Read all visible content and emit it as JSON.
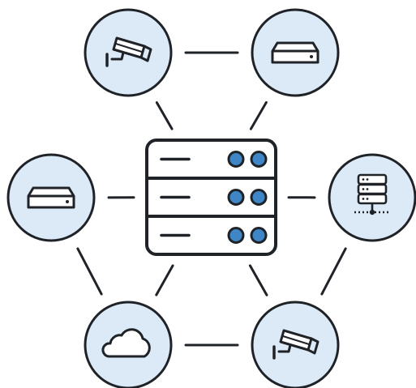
{
  "palette": {
    "stroke": "#1f2328",
    "node_fill": "#dce9f6",
    "server_fill": "#ffffff",
    "light_fill": "#3f86c6",
    "icon_fill": "#ffffff"
  },
  "hub": {
    "icon": "server-rack-icon",
    "units": 3,
    "status_lights_per_unit": 2
  },
  "nodes": [
    {
      "id": "top-left",
      "icon": "security-camera-icon"
    },
    {
      "id": "top-right",
      "icon": "hard-drive-icon"
    },
    {
      "id": "mid-left",
      "icon": "hard-drive-icon"
    },
    {
      "id": "mid-right",
      "icon": "network-server-icon"
    },
    {
      "id": "bottom-left",
      "icon": "cloud-icon"
    },
    {
      "id": "bottom-right",
      "icon": "security-camera-icon"
    }
  ],
  "links": [
    {
      "from": "top-left",
      "to": "top-right"
    },
    {
      "from": "top-left",
      "to": "hub"
    },
    {
      "from": "top-right",
      "to": "hub"
    },
    {
      "from": "mid-left",
      "to": "hub"
    },
    {
      "from": "mid-right",
      "to": "hub"
    },
    {
      "from": "bottom-left",
      "to": "hub"
    },
    {
      "from": "bottom-right",
      "to": "hub"
    },
    {
      "from": "mid-left",
      "to": "bottom-left"
    },
    {
      "from": "mid-right",
      "to": "bottom-right"
    },
    {
      "from": "bottom-left",
      "to": "bottom-right"
    }
  ]
}
